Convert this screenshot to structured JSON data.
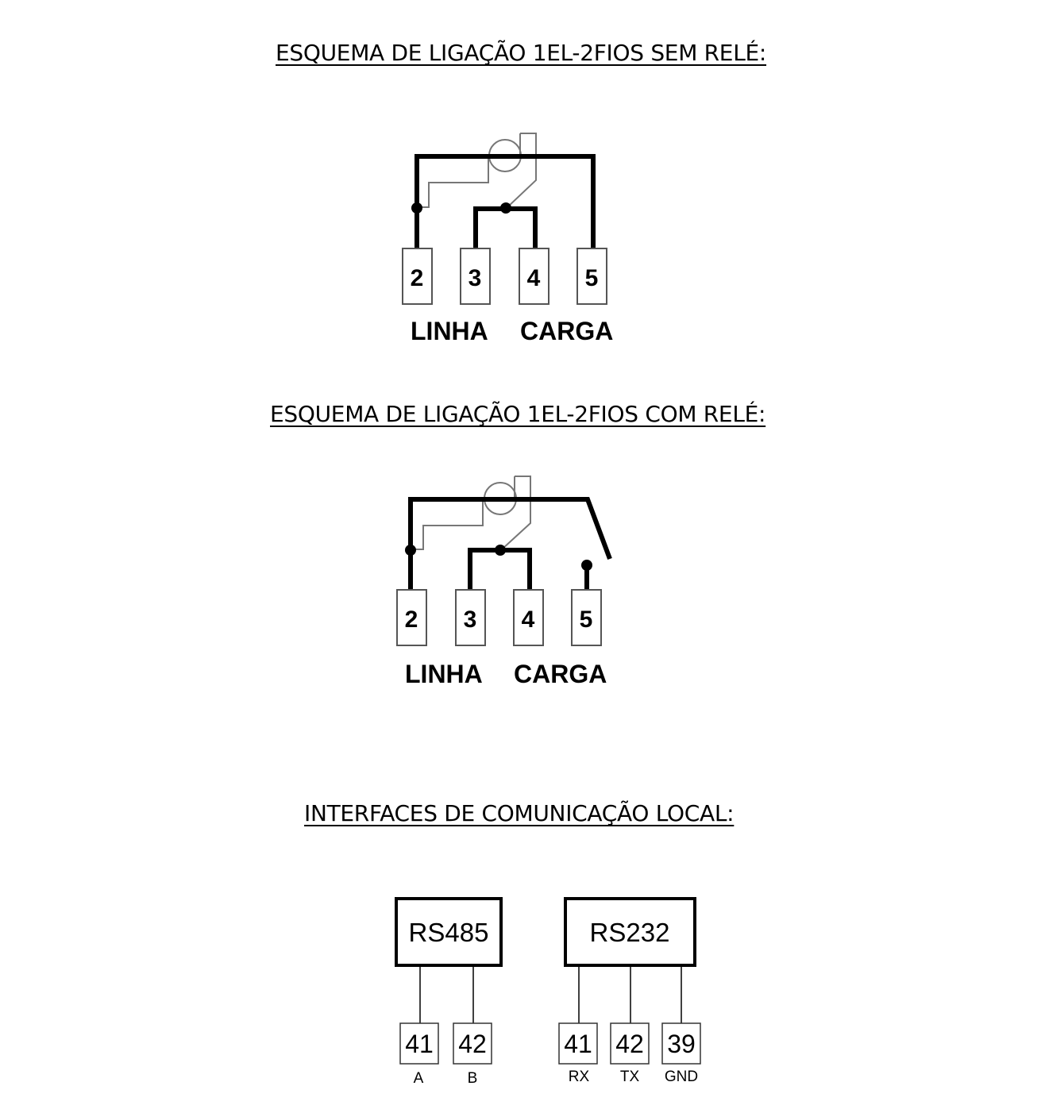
{
  "headings": {
    "sem_rele": "ESQUEMA DE LIGAÇÃO 1EL-2FIOS SEM RELÉ:",
    "com_rele": "ESQUEMA DE LIGAÇÃO 1EL-2FIOS COM RELÉ:",
    "interfaces": "INTERFACES DE COMUNICAÇÃO LOCAL:"
  },
  "diagram_sem_rele": {
    "terminals": [
      "2",
      "3",
      "4",
      "5"
    ],
    "labels": {
      "linha": "LINHA",
      "carga": "CARGA"
    }
  },
  "diagram_com_rele": {
    "terminals": [
      "2",
      "3",
      "4",
      "5"
    ],
    "labels": {
      "linha": "LINHA",
      "carga": "CARGA"
    }
  },
  "interfaces": {
    "rs485": {
      "label": "RS485",
      "pins": [
        {
          "number": "41",
          "label": "A"
        },
        {
          "number": "42",
          "label": "B"
        }
      ]
    },
    "rs232": {
      "label": "RS232",
      "pins": [
        {
          "number": "41",
          "label": "RX"
        },
        {
          "number": "42",
          "label": "TX"
        },
        {
          "number": "39",
          "label": "GND"
        }
      ]
    }
  },
  "colors": {
    "wire": "#000000",
    "terminal_border": "#555555",
    "current_coil": "#777777"
  }
}
